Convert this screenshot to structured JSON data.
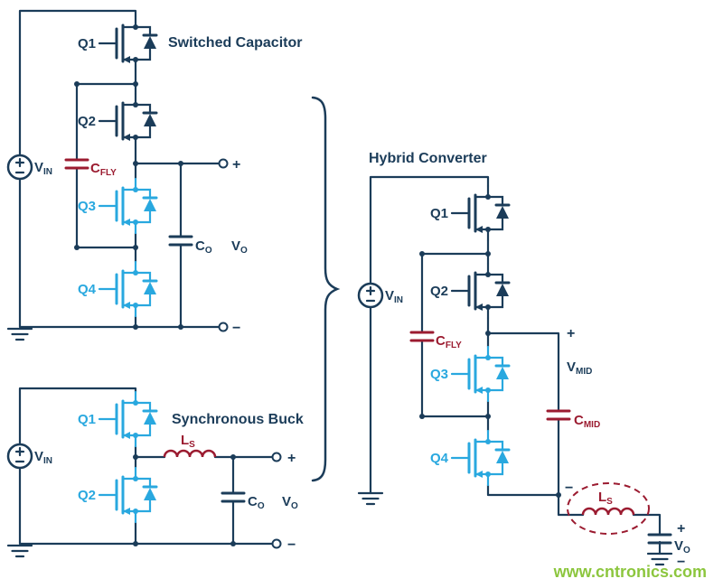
{
  "watermark": "www.cntronics.com",
  "colors": {
    "navy": "#1B3C59",
    "cyan": "#29A8DF",
    "red": "#9B1B30",
    "green": "#8CC63E"
  },
  "switched_capacitor": {
    "title": "Switched Capacitor",
    "vin": {
      "main": "V",
      "sub": "IN"
    },
    "q1": "Q1",
    "q2": "Q2",
    "q3": "Q3",
    "q4": "Q4",
    "cfly": {
      "main": "C",
      "sub": "FLY"
    },
    "co": {
      "main": "C",
      "sub": "O"
    },
    "vo": {
      "main": "V",
      "sub": "O"
    },
    "plus": "+",
    "minus": "−"
  },
  "synchronous_buck": {
    "title": "Synchronous Buck",
    "vin": {
      "main": "V",
      "sub": "IN"
    },
    "q1": "Q1",
    "q2": "Q2",
    "ls": {
      "main": "L",
      "sub": "S"
    },
    "co": {
      "main": "C",
      "sub": "O"
    },
    "vo": {
      "main": "V",
      "sub": "O"
    },
    "plus": "+",
    "minus": "−"
  },
  "hybrid": {
    "title": "Hybrid Converter",
    "vin": {
      "main": "V",
      "sub": "IN"
    },
    "q1": "Q1",
    "q2": "Q2",
    "q3": "Q3",
    "q4": "Q4",
    "cfly": {
      "main": "C",
      "sub": "FLY"
    },
    "vmid": {
      "main": "V",
      "sub": "MID"
    },
    "cmid": {
      "main": "C",
      "sub": "MID"
    },
    "ls": {
      "main": "L",
      "sub": "S"
    },
    "vo": {
      "main": "V",
      "sub": "O"
    },
    "mid_plus": "+",
    "mid_minus": "−",
    "out_plus": "+",
    "out_minus": "−"
  }
}
